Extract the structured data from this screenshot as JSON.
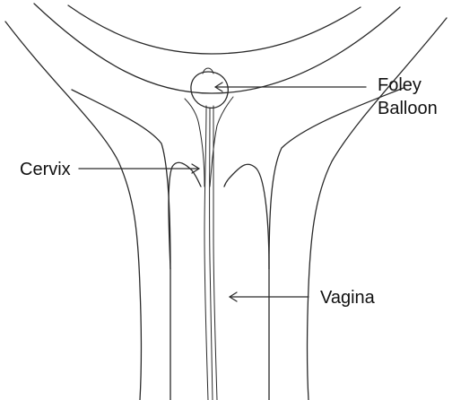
{
  "figure": {
    "labels": {
      "foley_line1": "Foley",
      "foley_line2": "Balloon",
      "cervix": "Cervix",
      "vagina": "Vagina"
    }
  }
}
